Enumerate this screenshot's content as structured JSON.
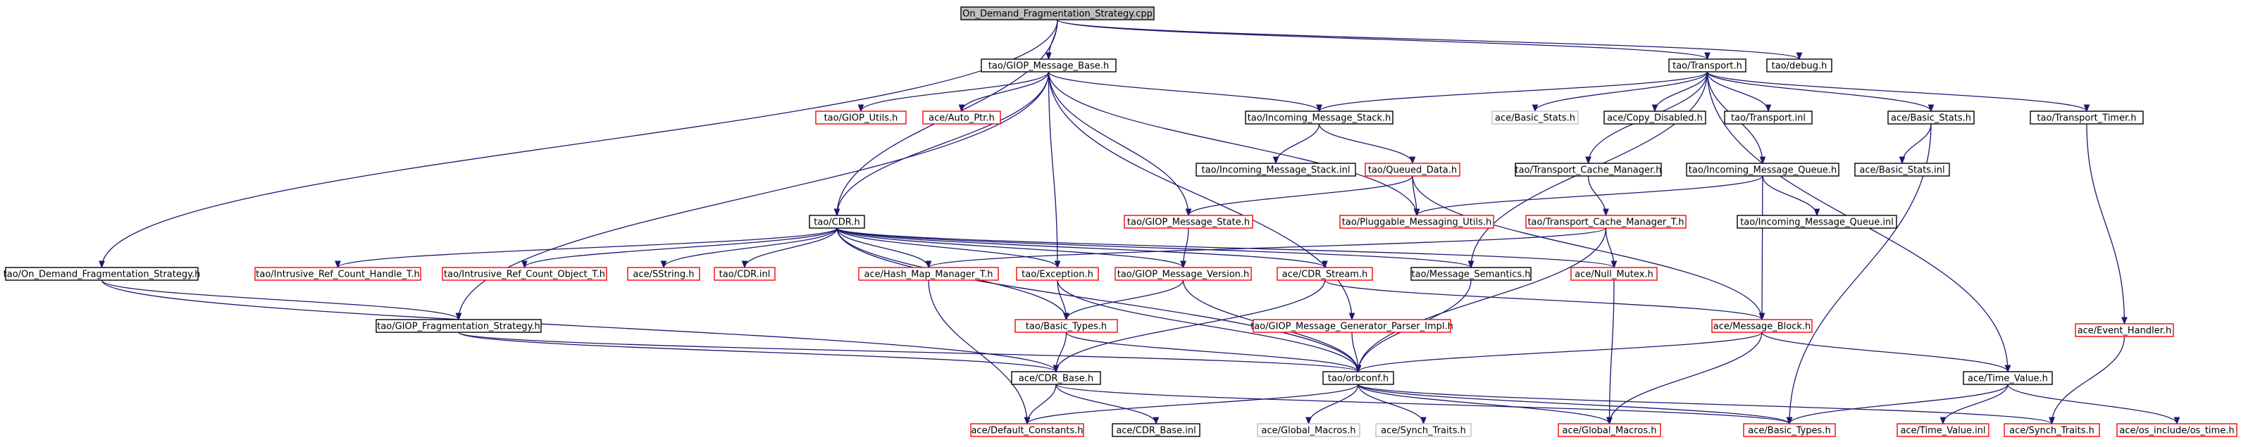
{
  "diagram": {
    "colors": {
      "edge": "#191970",
      "root_fill": "#bfbfbf",
      "node_border": "#000000",
      "link_border": "#ff0000",
      "missing_border": "#bfbfbf",
      "node_fill": "#ffffff"
    },
    "nodes": [
      {
        "id": "root",
        "label": "On_Demand_Fragmentation_Strategy.cpp",
        "kind": "root"
      },
      {
        "id": "giop_base",
        "label": "tao/GIOP_Message_Base.h",
        "kind": "doc"
      },
      {
        "id": "transport",
        "label": "tao/Transport.h",
        "kind": "doc"
      },
      {
        "id": "debug",
        "label": "tao/debug.h",
        "kind": "doc"
      },
      {
        "id": "giop_utils",
        "label": "tao/GIOP_Utils.h",
        "kind": "link"
      },
      {
        "id": "auto_ptr",
        "label": "ace/Auto_Ptr.h",
        "kind": "link"
      },
      {
        "id": "incoming_stack",
        "label": "tao/Incoming_Message_Stack.h",
        "kind": "doc"
      },
      {
        "id": "basic_stats_h_plain",
        "label": "ace/Basic_Stats.h",
        "kind": "missing"
      },
      {
        "id": "copy_disabled",
        "label": "ace/Copy_Disabled.h",
        "kind": "doc"
      },
      {
        "id": "transport_inl",
        "label": "tao/Transport.inl",
        "kind": "doc"
      },
      {
        "id": "basic_stats",
        "label": "ace/Basic_Stats.h",
        "kind": "doc"
      },
      {
        "id": "transport_timer",
        "label": "tao/Transport_Timer.h",
        "kind": "doc"
      },
      {
        "id": "incoming_stack_inl",
        "label": "tao/Incoming_Message_Stack.inl",
        "kind": "doc"
      },
      {
        "id": "queued_data",
        "label": "tao/Queued_Data.h",
        "kind": "link"
      },
      {
        "id": "cache_manager",
        "label": "tao/Transport_Cache_Manager.h",
        "kind": "doc"
      },
      {
        "id": "incoming_queue",
        "label": "tao/Incoming_Message_Queue.h",
        "kind": "doc"
      },
      {
        "id": "basic_stats_inl",
        "label": "ace/Basic_Stats.inl",
        "kind": "doc"
      },
      {
        "id": "cdr",
        "label": "tao/CDR.h",
        "kind": "doc"
      },
      {
        "id": "giop_state",
        "label": "tao/GIOP_Message_State.h",
        "kind": "link"
      },
      {
        "id": "pluggable",
        "label": "tao/Pluggable_Messaging_Utils.h",
        "kind": "link"
      },
      {
        "id": "cache_manager_t",
        "label": "tao/Transport_Cache_Manager_T.h",
        "kind": "link"
      },
      {
        "id": "incoming_queue_inl",
        "label": "tao/Incoming_Message_Queue.inl",
        "kind": "doc"
      },
      {
        "id": "odfs_h",
        "label": "tao/On_Demand_Fragmentation_Strategy.h",
        "kind": "doc"
      },
      {
        "id": "irc_handle",
        "label": "tao/Intrusive_Ref_Count_Handle_T.h",
        "kind": "link"
      },
      {
        "id": "irc_object",
        "label": "tao/Intrusive_Ref_Count_Object_T.h",
        "kind": "link"
      },
      {
        "id": "sstring",
        "label": "ace/SString.h",
        "kind": "link"
      },
      {
        "id": "cdr_inl",
        "label": "tao/CDR.inl",
        "kind": "link"
      },
      {
        "id": "hash_map",
        "label": "ace/Hash_Map_Manager_T.h",
        "kind": "link"
      },
      {
        "id": "exception",
        "label": "tao/Exception.h",
        "kind": "link"
      },
      {
        "id": "giop_version",
        "label": "tao/GIOP_Message_Version.h",
        "kind": "link"
      },
      {
        "id": "cdr_stream",
        "label": "ace/CDR_Stream.h",
        "kind": "link"
      },
      {
        "id": "msg_semantics",
        "label": "tao/Message_Semantics.h",
        "kind": "doc"
      },
      {
        "id": "null_mutex",
        "label": "ace/Null_Mutex.h",
        "kind": "link"
      },
      {
        "id": "event_handler",
        "label": "ace/Event_Handler.h",
        "kind": "link"
      },
      {
        "id": "giop_frag",
        "label": "tao/GIOP_Fragmentation_Strategy.h",
        "kind": "doc"
      },
      {
        "id": "tao_basic_types",
        "label": "tao/Basic_Types.h",
        "kind": "link"
      },
      {
        "id": "generator_parser",
        "label": "tao/GIOP_Message_Generator_Parser_Impl.h",
        "kind": "link"
      },
      {
        "id": "message_block",
        "label": "ace/Message_Block.h",
        "kind": "link"
      },
      {
        "id": "cdr_base",
        "label": "ace/CDR_Base.h",
        "kind": "doc"
      },
      {
        "id": "orbconf",
        "label": "tao/orbconf.h",
        "kind": "doc"
      },
      {
        "id": "time_value",
        "label": "ace/Time_Value.h",
        "kind": "doc"
      },
      {
        "id": "default_constants",
        "label": "ace/Default_Constants.h",
        "kind": "link"
      },
      {
        "id": "cdr_base_inl",
        "label": "ace/CDR_Base.inl",
        "kind": "doc"
      },
      {
        "id": "global_macros_plain",
        "label": "ace/Global_Macros.h",
        "kind": "missing"
      },
      {
        "id": "synch_traits_plain",
        "label": "ace/Synch_Traits.h",
        "kind": "missing"
      },
      {
        "id": "global_macros",
        "label": "ace/Global_Macros.h",
        "kind": "link"
      },
      {
        "id": "ace_basic_types",
        "label": "ace/Basic_Types.h",
        "kind": "link"
      },
      {
        "id": "time_value_inl",
        "label": "ace/Time_Value.inl",
        "kind": "link"
      },
      {
        "id": "synch_traits",
        "label": "ace/Synch_Traits.h",
        "kind": "link"
      },
      {
        "id": "os_time",
        "label": "ace/os_include/os_time.h",
        "kind": "link"
      }
    ],
    "edges": [
      [
        "root",
        "giop_base"
      ],
      [
        "root",
        "transport"
      ],
      [
        "root",
        "debug"
      ],
      [
        "root",
        "cdr"
      ],
      [
        "root",
        "odfs_h"
      ],
      [
        "giop_base",
        "giop_utils"
      ],
      [
        "giop_base",
        "auto_ptr"
      ],
      [
        "giop_base",
        "incoming_stack"
      ],
      [
        "giop_base",
        "cdr"
      ],
      [
        "giop_base",
        "giop_state"
      ],
      [
        "giop_base",
        "pluggable"
      ],
      [
        "giop_base",
        "exception"
      ],
      [
        "giop_base",
        "giop_frag"
      ],
      [
        "giop_base",
        "generator_parser"
      ],
      [
        "transport",
        "incoming_stack"
      ],
      [
        "transport",
        "basic_stats_h_plain"
      ],
      [
        "transport",
        "copy_disabled"
      ],
      [
        "transport",
        "transport_inl"
      ],
      [
        "transport",
        "basic_stats"
      ],
      [
        "transport",
        "transport_timer"
      ],
      [
        "transport",
        "cache_manager"
      ],
      [
        "transport",
        "incoming_queue"
      ],
      [
        "transport",
        "msg_semantics"
      ],
      [
        "transport",
        "time_value"
      ],
      [
        "incoming_stack",
        "incoming_stack_inl"
      ],
      [
        "incoming_stack",
        "queued_data"
      ],
      [
        "queued_data",
        "giop_state"
      ],
      [
        "queued_data",
        "pluggable"
      ],
      [
        "queued_data",
        "message_block"
      ],
      [
        "cache_manager",
        "cache_manager_t"
      ],
      [
        "incoming_queue",
        "pluggable"
      ],
      [
        "incoming_queue",
        "incoming_queue_inl"
      ],
      [
        "incoming_queue",
        "message_block"
      ],
      [
        "basic_stats",
        "basic_stats_inl"
      ],
      [
        "basic_stats",
        "ace_basic_types"
      ],
      [
        "transport_timer",
        "event_handler"
      ],
      [
        "giop_state",
        "giop_version"
      ],
      [
        "cache_manager_t",
        "hash_map"
      ],
      [
        "cache_manager_t",
        "null_mutex"
      ],
      [
        "cache_manager_t",
        "orbconf"
      ],
      [
        "cdr",
        "irc_handle"
      ],
      [
        "cdr",
        "irc_object"
      ],
      [
        "cdr",
        "sstring"
      ],
      [
        "cdr",
        "cdr_inl"
      ],
      [
        "cdr",
        "hash_map"
      ],
      [
        "cdr",
        "exception"
      ],
      [
        "cdr",
        "giop_version"
      ],
      [
        "cdr",
        "cdr_stream"
      ],
      [
        "cdr",
        "msg_semantics"
      ],
      [
        "cdr",
        "null_mutex"
      ],
      [
        "cdr",
        "tao_basic_types"
      ],
      [
        "cdr",
        "orbconf"
      ],
      [
        "odfs_h",
        "giop_frag"
      ],
      [
        "odfs_h",
        "cdr_base"
      ],
      [
        "giop_frag",
        "cdr_base"
      ],
      [
        "giop_frag",
        "orbconf"
      ],
      [
        "hash_map",
        "default_constants"
      ],
      [
        "exception",
        "tao_basic_types"
      ],
      [
        "exception",
        "orbconf"
      ],
      [
        "giop_version",
        "tao_basic_types"
      ],
      [
        "giop_version",
        "orbconf"
      ],
      [
        "cdr_stream",
        "message_block"
      ],
      [
        "cdr_stream",
        "cdr_base"
      ],
      [
        "msg_semantics",
        "orbconf"
      ],
      [
        "null_mutex",
        "global_macros"
      ],
      [
        "event_handler",
        "synch_traits"
      ],
      [
        "tao_basic_types",
        "cdr_base"
      ],
      [
        "tao_basic_types",
        "orbconf"
      ],
      [
        "generator_parser",
        "orbconf"
      ],
      [
        "message_block",
        "orbconf"
      ],
      [
        "message_block",
        "global_macros"
      ],
      [
        "message_block",
        "time_value"
      ],
      [
        "cdr_base",
        "default_constants"
      ],
      [
        "cdr_base",
        "cdr_base_inl"
      ],
      [
        "cdr_base",
        "ace_basic_types"
      ],
      [
        "orbconf",
        "default_constants"
      ],
      [
        "orbconf",
        "global_macros_plain"
      ],
      [
        "orbconf",
        "synch_traits_plain"
      ],
      [
        "orbconf",
        "global_macros"
      ],
      [
        "orbconf",
        "ace_basic_types"
      ],
      [
        "orbconf",
        "synch_traits"
      ],
      [
        "time_value",
        "ace_basic_types"
      ],
      [
        "time_value",
        "time_value_inl"
      ],
      [
        "time_value",
        "os_time"
      ]
    ]
  }
}
